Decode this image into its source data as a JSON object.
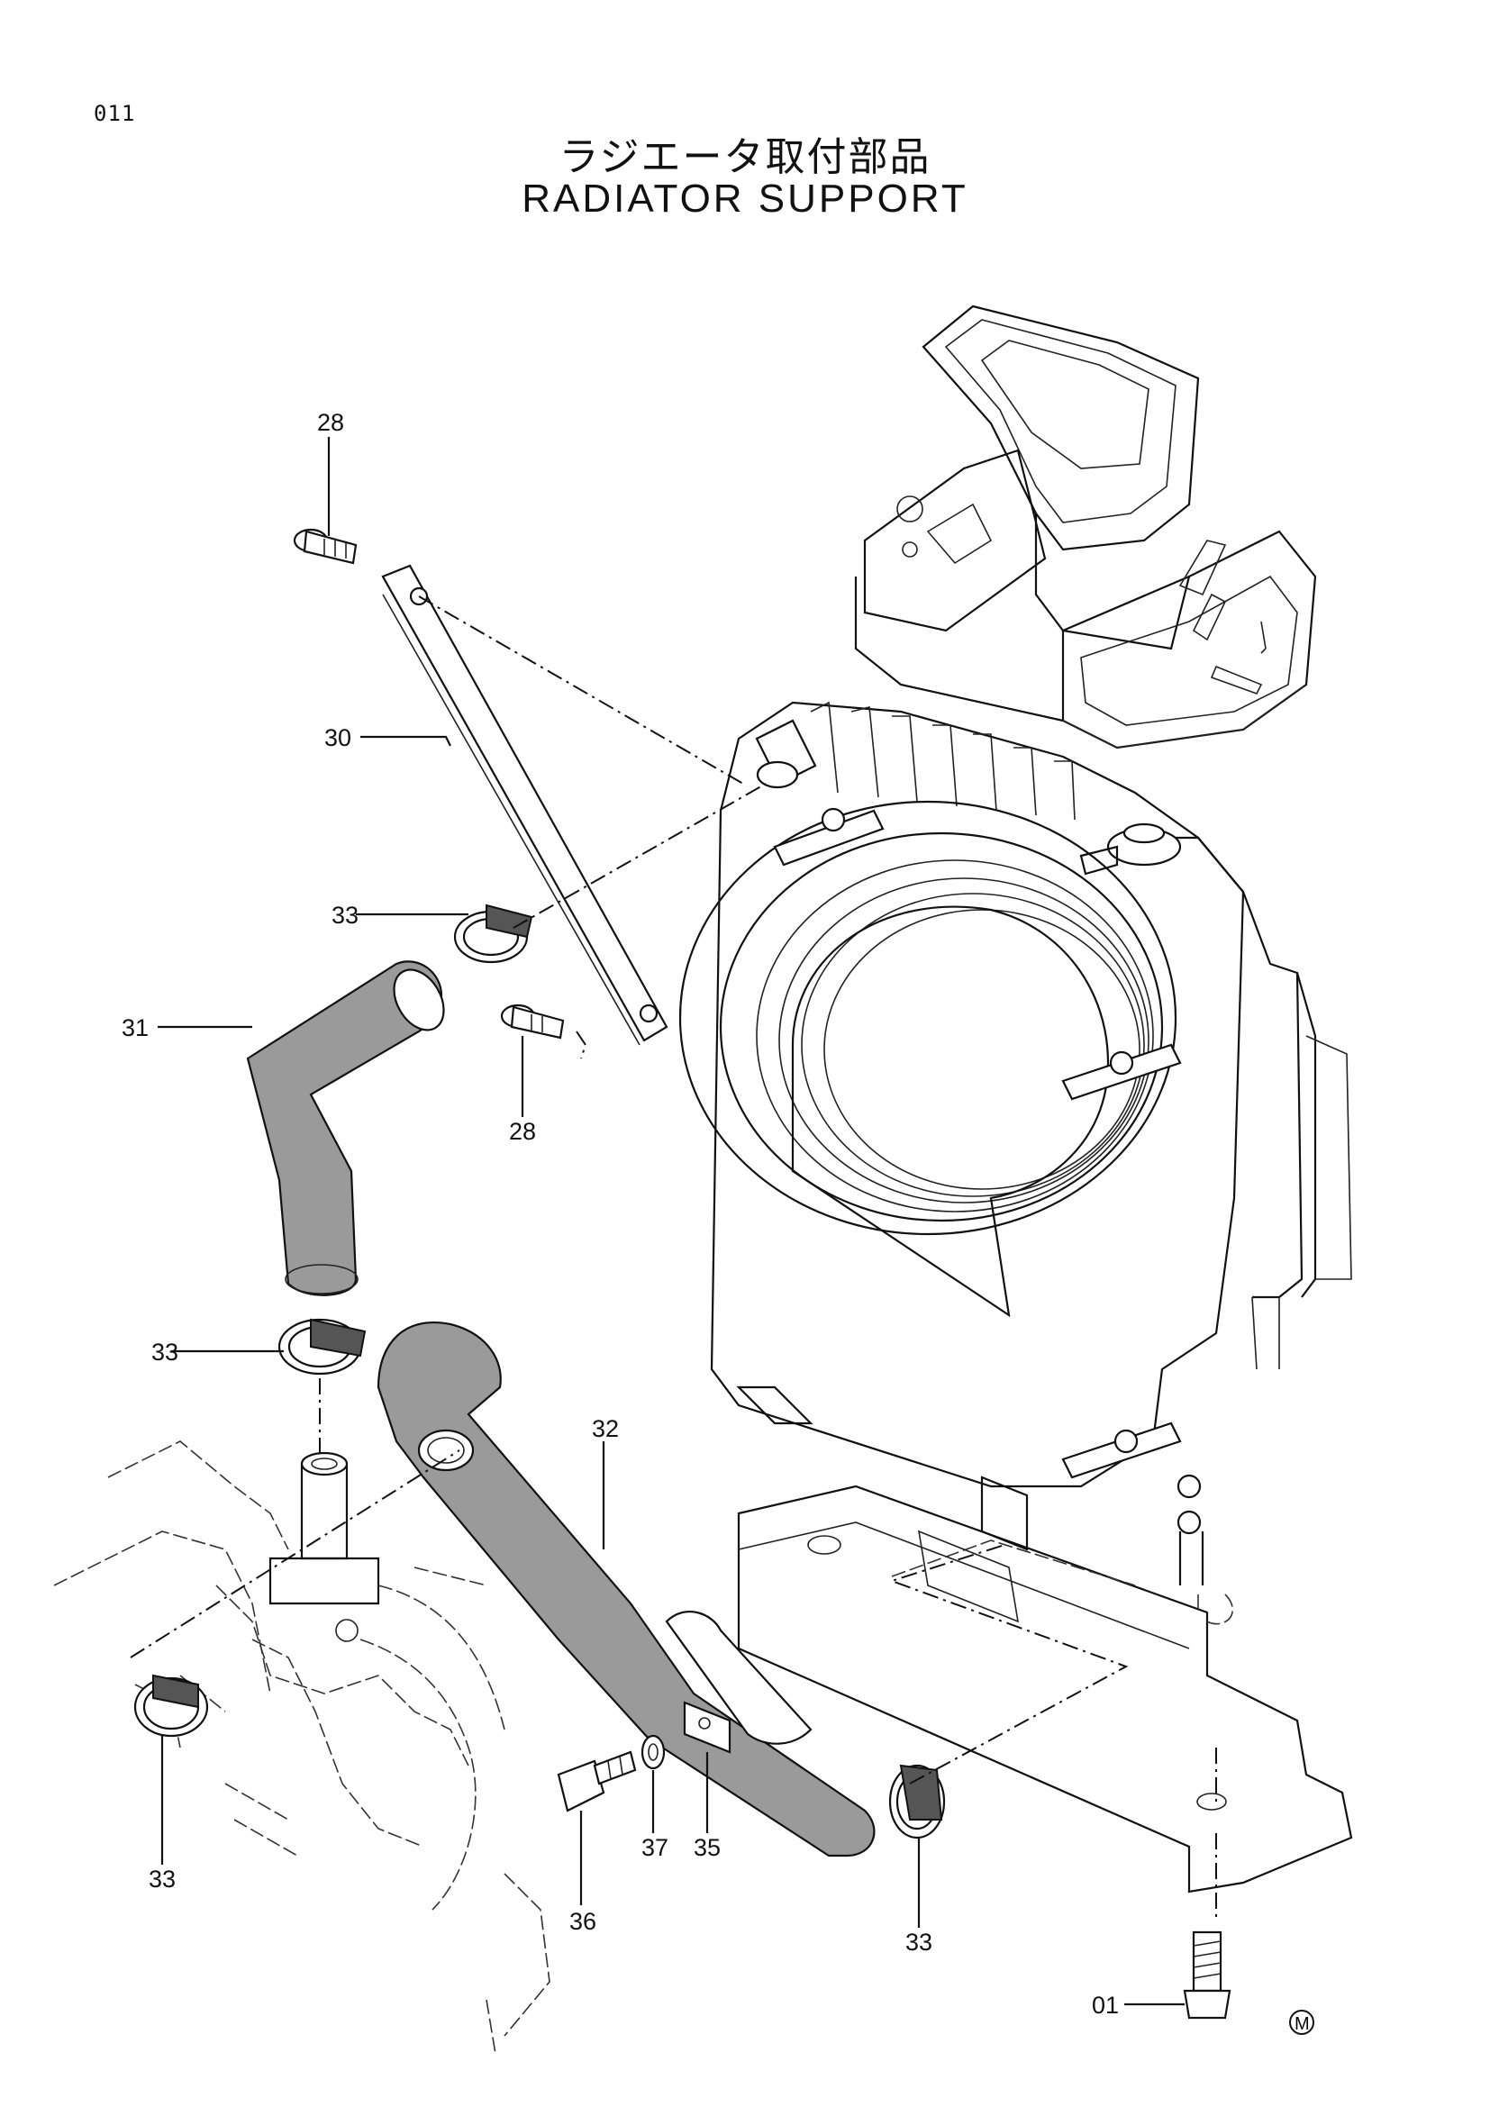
{
  "page_number": "011",
  "title_jp": "ラジエータ取付部品",
  "title_en": "RADIATOR  SUPPORT",
  "callouts": {
    "c28a": "28",
    "c28b": "28",
    "c30": "30",
    "c31": "31",
    "c32": "32",
    "c33a": "33",
    "c33b": "33",
    "c33c": "33",
    "c33d": "33",
    "c35": "35",
    "c36": "36",
    "c37": "37",
    "c01": "01"
  },
  "mark": "M"
}
